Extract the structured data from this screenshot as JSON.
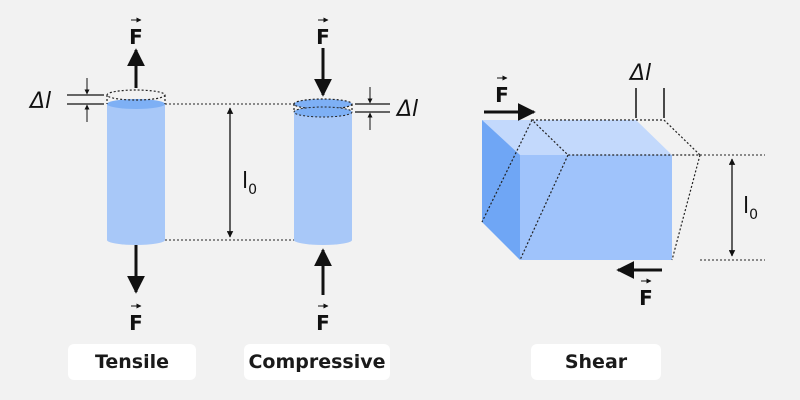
{
  "labels": {
    "force": "F",
    "delta_l": "Δl",
    "l0_base": "l",
    "l0_sub": "0"
  },
  "captions": {
    "tensile": "Tensile",
    "compressive": "Compressive",
    "shear": "Shear"
  },
  "colors": {
    "cylinder": "#a8c8f8",
    "cylinder_top": "#7eb0f5",
    "block_front": "#9fc3fb",
    "block_side": "#6fa6f5",
    "block_top": "#c3d9fc",
    "arrow": "#111111",
    "background": "#f2f2f2"
  },
  "icons": {
    "force_arrow": "arrow-icon",
    "vector_mark": "vector-arrow-icon"
  }
}
